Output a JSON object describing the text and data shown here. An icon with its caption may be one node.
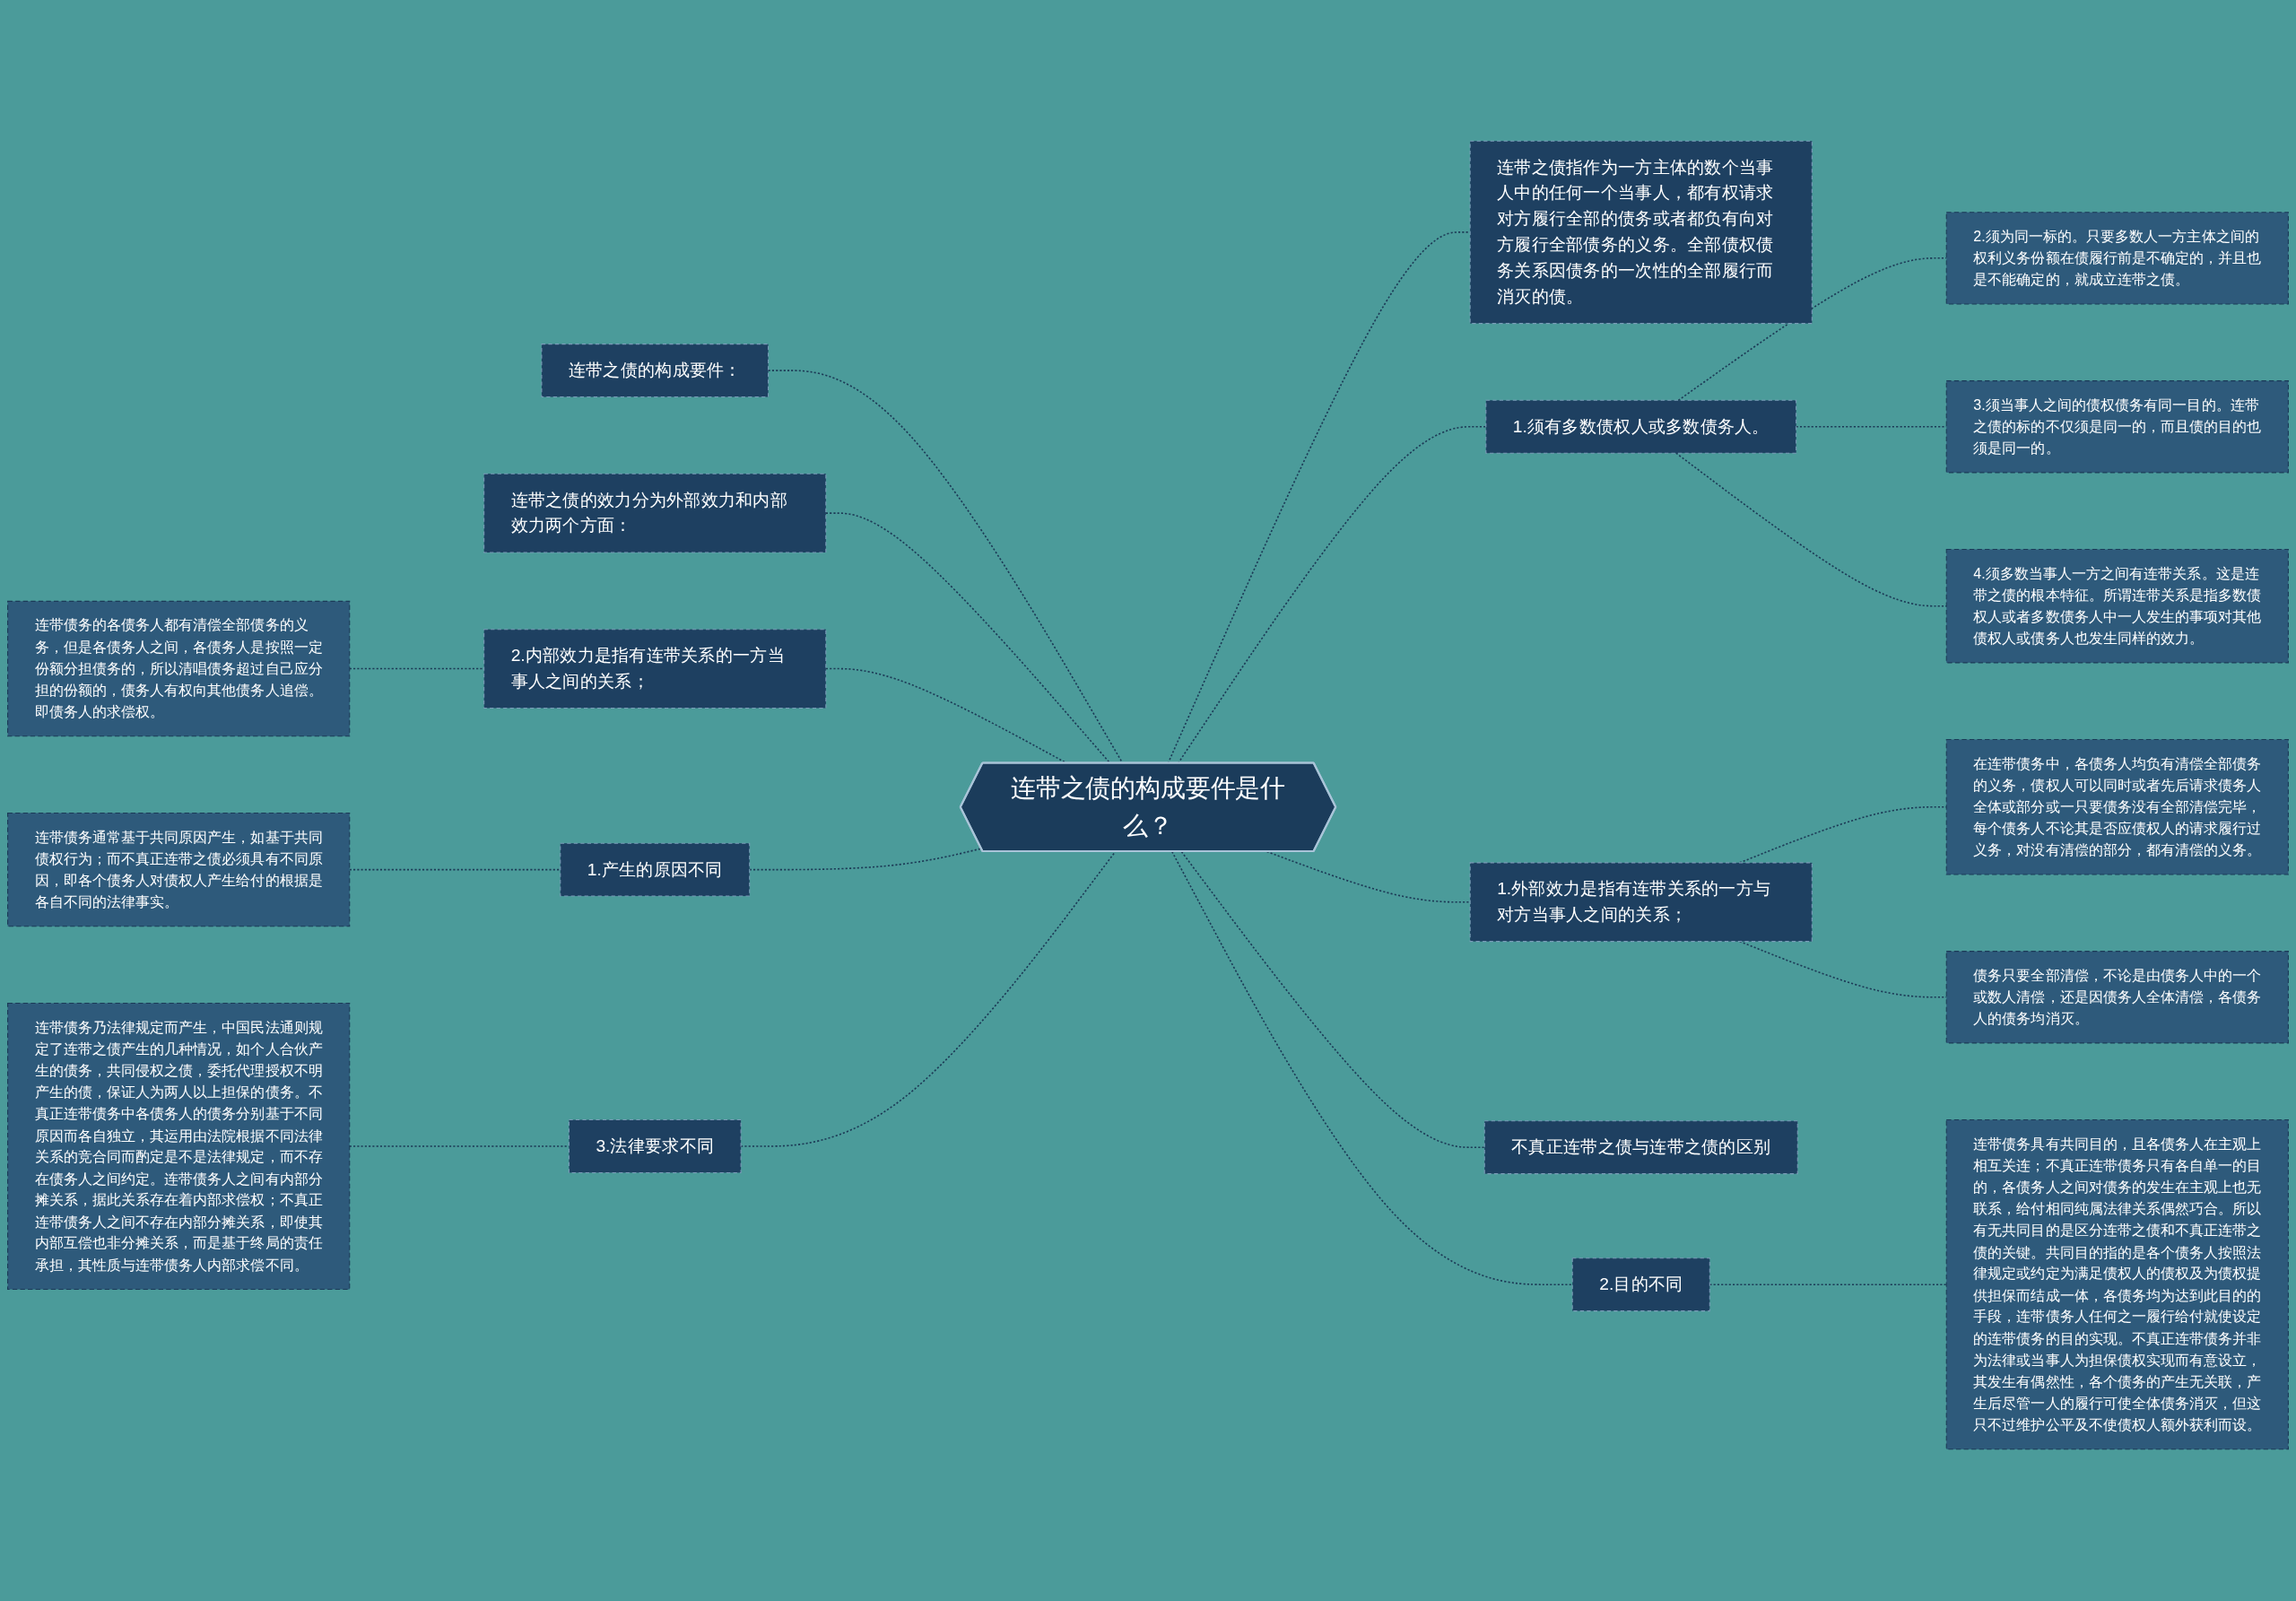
{
  "diagram": {
    "nodes": [
      {
        "text": [
          "连带之债的构成要件是什么？"
        ]
      },
      {
        "text": [
          "连带之债指作为一方主体的数个当事人中的任何一个当事人，都有权请求对方履行全部的债务或者都负有向对方履行全部债务的义务。全部债权债务关系因债务的一次性的全部履行而消灭的债。"
        ]
      },
      {
        "text": [
          "1.须有多数债权人或多数债务人。"
        ]
      },
      {
        "text": [
          "2.须为同一标的。只要多数人一方主体之间的权利义务份额在债履行前是不确定的，并且也是不能确定的，就成立连带之债。"
        ]
      },
      {
        "text": [
          "3.须当事人之间的债权债务有同一目的。连带之债的标的不仅须是同一的，而且债的目的也须是同一的。"
        ]
      },
      {
        "text": [
          "4.须多数当事人一方之间有连带关系。这是连带之债的根本特征。所谓连带关系是指多数债权人或者多数债务人中一人发生的事项对其他债权人或债务人也发生同样的效力。"
        ]
      },
      {
        "text": [
          "1.外部效力是指有连带关系的一方与对方当事人之间的关系；"
        ]
      },
      {
        "text": [
          "在连带债务中，各债务人均负有清偿全部债务的义务，债权人可以同时或者先后请求债务人全体或部分或一只要债务没有全部清偿完毕，每个债务人不论其是否应债权人的请求履行过义务，对没有清偿的部分，都有清偿的义务。"
        ]
      },
      {
        "text": [
          "债务只要全部清偿，不论是由债务人中的一个或数人清偿，还是因债务人全体清偿，各债务人的债务均消灭。"
        ]
      },
      {
        "text": [
          "不真正连带之债与连带之债的区别"
        ]
      },
      {
        "text": [
          "2.目的不同"
        ]
      },
      {
        "text": [
          "连带债务具有共同目的，且各债务人在主观上相互关连；不真正连带债务只有各自单一的目的，各债务人之间对债务的发生在主观上也无联系，给付相同纯属法律关系偶然巧合。所以有无共同目的是区分连带之债和不真正连带之债的关键。共同目的指的是各个债务人按照法律规定或约定为满足债权人的债权及为债权提供担保而结成一体，各债务均为达到此目的的手段，连带债务人任何之一履行给付就使设定的连带债务的目的实现。不真正连带债务并非为法律或当事人为担保债权实现而有意设立，其发生有偶然性，各个债务的产生无关联，产生后尽管一人的履行可使全体债务消灭，但这只不过维护公平及不使债权人额外获利而设。"
        ]
      },
      {
        "text": [
          "连带之债的构成要件："
        ]
      },
      {
        "text": [
          "连带之债的效力分为外部效力和内部效力两个方面："
        ]
      },
      {
        "text": [
          "2.内部效力是指有连带关系的一方当事人之间的关系；"
        ]
      },
      {
        "text": [
          "连带债务的各债务人都有清偿全部债务的义务，但是各债务人之间，各债务人是按照一定份额分担债务的，所以清唱债务超过自己应分担的份额的，债务人有权向其他债务人追偿。即债务人的求偿权。"
        ]
      },
      {
        "text": [
          "1.产生的原因不同"
        ]
      },
      {
        "text": [
          "连带债务通常基于共同原因产生，如基于共同债权行为；而不真正连带之债必须具有不同原因，即各个债务人对债权人产生给付的根据是各自不同的法律事实。"
        ]
      },
      {
        "text": [
          "3.法律要求不同"
        ]
      },
      {
        "text": [
          "连带债务乃法律规定而产生，中国民法通则规定了连带之债产生的几种情况，如个人合伙产生的债务，共同侵权之债，委托代理授权不明产生的债，保证人为两人以上担保的债务。不真正连带债务中各债务人的债务分别基于不同原因而各自独立，其运用由法院根据不同法律关系的竞合同而酌定是不是法律规定，而不存在债务人之间约定。连带债务人之间有内部分摊关系，据此关系存在着内部求偿权；不真正连带债务人之间不存在内部分摊关系，即使其内部互偿也非分摊关系，而是基于终局的责任承担，其性质与连带债务人内部求偿不同。"
        ]
      }
    ],
    "edges": [
      {
        "from": 0,
        "to": 1,
        "arrow": "none",
        "style": "dashed"
      },
      {
        "from": 0,
        "to": 2,
        "arrow": "none",
        "style": "dashed"
      },
      {
        "from": 2,
        "to": 3,
        "arrow": "none",
        "style": "dashed"
      },
      {
        "from": 2,
        "to": 4,
        "arrow": "none",
        "style": "dashed"
      },
      {
        "from": 2,
        "to": 5,
        "arrow": "none",
        "style": "dashed"
      },
      {
        "from": 0,
        "to": 6,
        "arrow": "none",
        "style": "dashed"
      },
      {
        "from": 6,
        "to": 7,
        "arrow": "none",
        "style": "dashed"
      },
      {
        "from": 6,
        "to": 8,
        "arrow": "none",
        "style": "dashed"
      },
      {
        "from": 0,
        "to": 9,
        "arrow": "none",
        "style": "dashed"
      },
      {
        "from": 0,
        "to": 10,
        "arrow": "none",
        "style": "dashed"
      },
      {
        "from": 10,
        "to": 11,
        "arrow": "none",
        "style": "dashed"
      },
      {
        "from": 12,
        "to": 0,
        "arrow": "none",
        "style": "dashed"
      },
      {
        "from": 13,
        "to": 0,
        "arrow": "none",
        "style": "dashed"
      },
      {
        "from": 14,
        "to": 0,
        "arrow": "none",
        "style": "dashed"
      },
      {
        "from": 15,
        "to": 14,
        "arrow": "none",
        "style": "dashed"
      },
      {
        "from": 16,
        "to": 0,
        "arrow": "none",
        "style": "dashed"
      },
      {
        "from": 17,
        "to": 16,
        "arrow": "none",
        "style": "dashed"
      },
      {
        "from": 18,
        "to": 0,
        "arrow": "none",
        "style": "dashed"
      },
      {
        "from": 19,
        "to": 18,
        "arrow": "none",
        "style": "dashed"
      }
    ]
  }
}
